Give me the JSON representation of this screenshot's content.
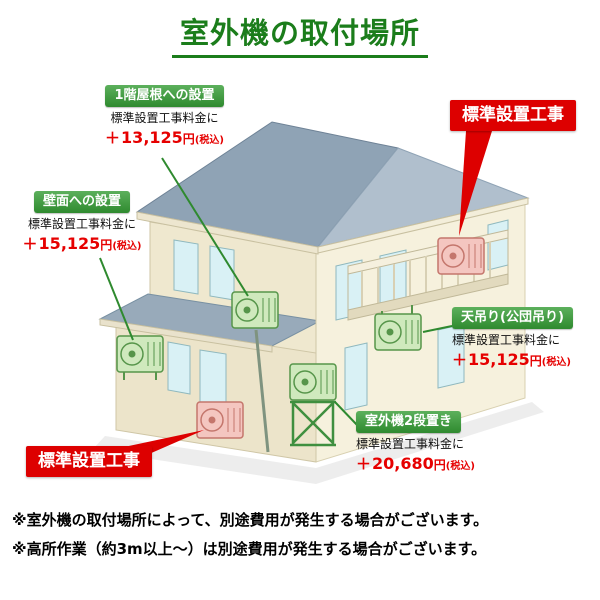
{
  "title": "室外機の取付場所",
  "callouts": {
    "roof1f": {
      "badge": "1階屋根への設置",
      "fee_label": "標準設置工事料金に",
      "plus": "＋",
      "price": "13,125",
      "yen": "円",
      "tax": "(税込)"
    },
    "wall": {
      "badge": "壁面への設置",
      "fee_label": "標準設置工事料金に",
      "plus": "＋",
      "price": "15,125",
      "yen": "円",
      "tax": "(税込)"
    },
    "ceiling": {
      "badge": "天吊り(公団吊り)",
      "fee_label": "標準設置工事料金に",
      "plus": "＋",
      "price": "15,125",
      "yen": "円",
      "tax": "(税込)"
    },
    "two_tier": {
      "badge": "室外機2段置き",
      "fee_label": "標準設置工事料金に",
      "plus": "＋",
      "price": "20,680",
      "yen": "円",
      "tax": "(税込)"
    },
    "standard_top": {
      "badge": "標準設置工事"
    },
    "standard_bottom": {
      "badge": "標準設置工事"
    }
  },
  "notes": [
    "※室外機の取付場所によって、別途費用が発生する場合がございます。",
    "※高所作業（約3m以上～）は別途費用が発生する場合がございます。"
  ],
  "colors": {
    "title_green": "#1b7d1b",
    "badge_green": "#2f8a2f",
    "badge_red": "#dd0000",
    "price_red": "#e60000",
    "roof_gray_blue": "#8fa3b5",
    "wall_cream": "#efe8cf",
    "window_cyan": "#d9f1f5",
    "unit_green": "#cfe9bd",
    "unit_pink": "#f4c6c0"
  }
}
